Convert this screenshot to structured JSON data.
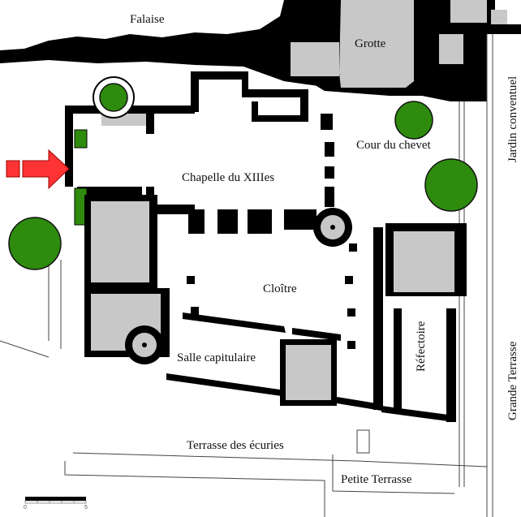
{
  "labels": {
    "falaise": "Falaise",
    "grotte": "Grotte",
    "jardin_conventuel": "Jardin conventuel",
    "cour_du_chevet": "Cour du chevet",
    "chapelle": "Chapelle du XIIIes",
    "cloitre": "Cloître",
    "salle_capitulaire": "Salle capitulaire",
    "refectoire": "Réfectoire",
    "grande_terrasse": "Grande Terrasse",
    "terrasse_ecuries": "Terrasse des écuries",
    "petite_terrasse": "Petite Terrasse"
  },
  "scale_bar": {
    "start_label": "0",
    "end_label": "5"
  },
  "colors": {
    "wall": "#000000",
    "room": "#c8c8c8",
    "tree": "#2e8b0e",
    "entrance_arrow": "#ff3333"
  }
}
